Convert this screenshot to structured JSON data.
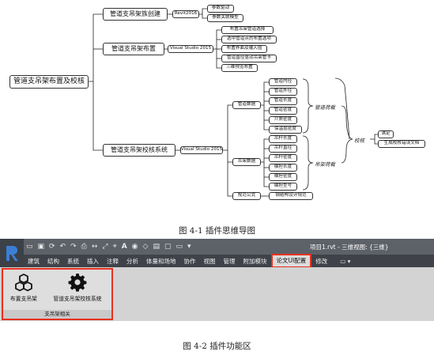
{
  "mindmap": {
    "root": "管道支吊架布置及校核",
    "branches": [
      {
        "label": "管道支吊架族创建",
        "tool": "Revit2016",
        "children": [
          "参数驱动",
          "参数关联模型"
        ]
      },
      {
        "label": "管道支吊架布置",
        "tool": "Visual Studio 2015",
        "children": [
          "布置吊架管道选择",
          "选中管道点的布置选项",
          "布置界面及输入值",
          "管道直径驱动吊架管卡",
          "三维预览布置"
        ]
      },
      {
        "label": "管道支吊架校核系统",
        "tool": "Visual Studio 2015",
        "groups": [
          {
            "label": "管道数据",
            "children": [
              "管道内径",
              "管道外径",
              "管道长度",
              "管道密度",
              "介质密度",
              "保温层密度"
            ],
            "tag": "管道荷载"
          },
          {
            "label": "吊架数据",
            "children": [
              "吊杆长度",
              "吊杆直径",
              "吊杆密度",
              "横担长度",
              "横担密度",
              "横担型号"
            ],
            "tag": "吊架荷载"
          },
          {
            "label": "规范公式",
            "children": [
              "钢结构设计规范"
            ]
          }
        ],
        "check": "校核",
        "results": [
          "满足",
          "生成校核错误文档"
        ]
      }
    ]
  },
  "caption1": "图 4-1    插件思维导图",
  "caption2": "图 4-2    插件功能区",
  "ribbon": {
    "window_title": "项目1.rvt - 三维视图: {三维}",
    "tabs": [
      "建筑",
      "结构",
      "系统",
      "插入",
      "注释",
      "分析",
      "体量和场地",
      "协作",
      "视图",
      "管理",
      "附加模块",
      "论文UI配置",
      "修改"
    ],
    "active_tab": "论文UI配置",
    "panel_label": "支吊架相关",
    "buttons": [
      {
        "label": "布置支吊架",
        "icon": "cubes-icon"
      },
      {
        "label": "管道支吊架校核系统",
        "icon": "gear-icon"
      }
    ],
    "accent_color": "#e8301f"
  }
}
